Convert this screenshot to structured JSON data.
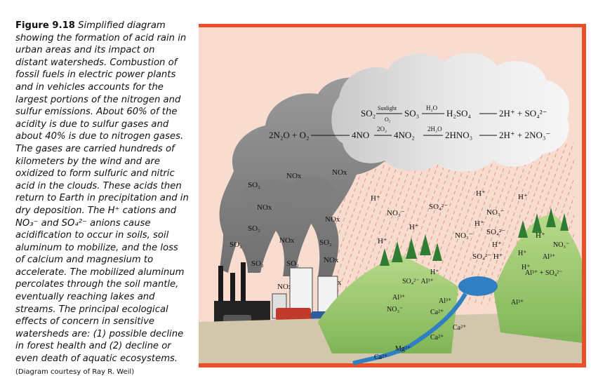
{
  "caption": {
    "label": "Figure 9.18",
    "text": "Simplified diagram showing the formation of acid rain in urban areas and its impact on distant watersheds. Combustion of fossil fuels in electric power plants and in vehicles accounts for the largest portions of the nitrogen and sulfur emissions. About 60% of the acidity is due to sulfur gases and about 40% is due to nitrogen gases. The gases are carried hundreds of kilometers by the wind and are oxidized to form sulfuric and nitric acid in the clouds. These acids then return to Earth in precipitation and in dry deposition. The H⁺ cations and NO₃⁻ and SO₄²⁻ anions cause acidification to occur in soils, soil aluminum to mobilize, and the loss of calcium and magnesium to accelerate. The mobilized aluminum percolates through the soil mantle, eventually reaching lakes and streams. The principal ecological effects of concern in sensitive watersheds are: (1) possible decline in forest health and (2) decline or even death of aquatic ecosystems.",
    "credit": "(Diagram courtesy of Ray R. Weil)"
  },
  "reactions": {
    "so2": "SO₂",
    "sunlight": "Sunlight",
    "o2_cat": "O₂",
    "so3": "SO₃",
    "h2o_1": "H₂O",
    "h2so4": "H₂SO₄",
    "h2so4_products": "2H⁺ + SO₄²⁻",
    "n2o_eq": "2N₂O + O₂",
    "no": "4NO",
    "o2_two": "2O₂",
    "no2": "4NO₂",
    "h2o_2": "2H₂O",
    "hno3": "2HNO₃",
    "hno3_products": "2H⁺ + 2NO₃⁻"
  },
  "smoke_labels": [
    "NOx",
    "NOx",
    "SO₂",
    "NOx",
    "SO₂",
    "NOx",
    "SO₂",
    "SO₂",
    "NOx",
    "SO₂",
    "NOx",
    "SO₂",
    "NOx",
    "NOx"
  ],
  "rain_labels": [
    "H⁺",
    "NO₃⁻",
    "SO₄²⁻",
    "H⁺",
    "H⁺",
    "H⁺",
    "H⁺",
    "NO₃⁻",
    "H⁺",
    "NO₃⁻",
    "SO₄²⁻",
    "H⁺",
    "SO₄²⁻ H⁺",
    "H⁺"
  ],
  "soil_labels": [
    "H⁺",
    "SO₄²⁻ Al³⁺",
    "Al³⁺",
    "NO₃⁻",
    "Al³⁺",
    "Ca²⁺",
    "Ca²⁺",
    "Ca²⁺",
    "Mg²⁺",
    "Ca²⁺",
    "H⁺",
    "NO₃⁻",
    "H⁺",
    "Al³⁺",
    "Al³⁺ + SO₄²⁻",
    "Al³⁺"
  ],
  "colors": {
    "frame": "#e8502a",
    "sky": "#f7d4c5",
    "smoke_dark": "#8a8a8a",
    "cloud_white": "#f2f2f2",
    "hill": "#9dc86a",
    "water": "#2f7fc2"
  }
}
